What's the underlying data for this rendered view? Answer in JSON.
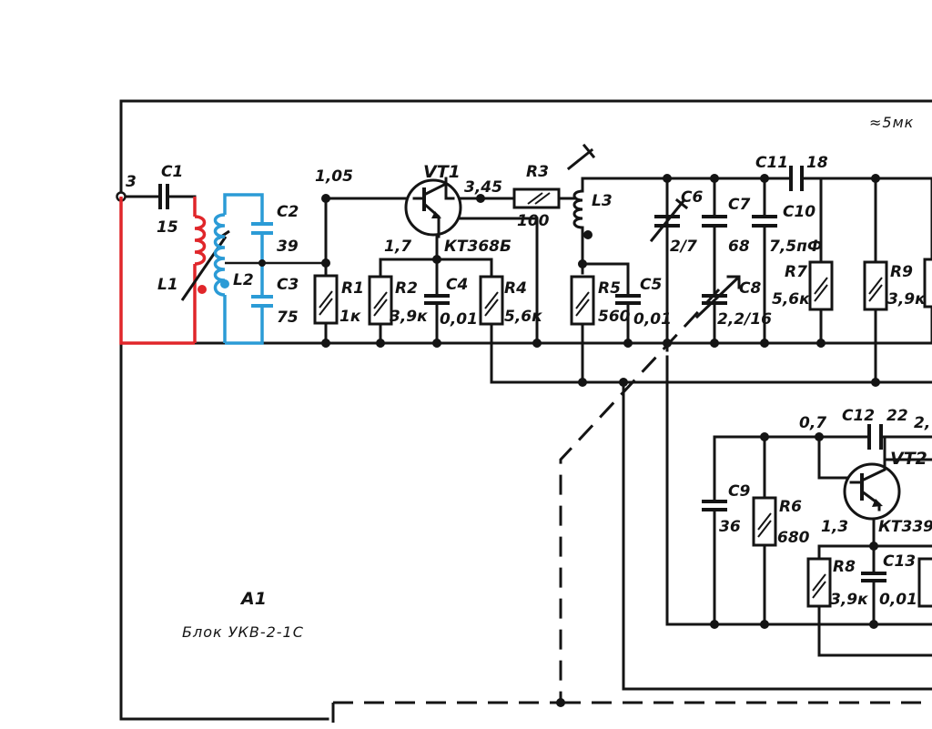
{
  "colors": {
    "wire": "#141414",
    "l1_circuit": "#e0262a",
    "l2_circuit": "#2b9bd6",
    "background": "#ffffff"
  },
  "header_note": "≈5мк",
  "terminal": "3",
  "block": {
    "id": "A1",
    "name": "Блок УКВ-2-1С"
  },
  "components": {
    "C1": {
      "ref": "C1",
      "value": "15"
    },
    "L1": {
      "ref": "L1"
    },
    "L2": {
      "ref": "L2"
    },
    "C2": {
      "ref": "C2",
      "value": "39"
    },
    "C3": {
      "ref": "C3",
      "value": "75"
    },
    "R1": {
      "ref": "R1",
      "value": "1к"
    },
    "R2": {
      "ref": "R2",
      "value": "3,9к"
    },
    "C4": {
      "ref": "C4",
      "value": "0,01"
    },
    "R4": {
      "ref": "R4",
      "value": "5,6к"
    },
    "VT1": {
      "ref": "VT1",
      "type": "КТ368Б"
    },
    "R3": {
      "ref": "R3",
      "value": "100"
    },
    "L3": {
      "ref": "L3"
    },
    "R5": {
      "ref": "R5",
      "value": "560"
    },
    "C5": {
      "ref": "C5",
      "value": "0,01"
    },
    "C6": {
      "ref": "C6",
      "value": "2/7"
    },
    "C7": {
      "ref": "C7",
      "value": "68"
    },
    "C8": {
      "ref": "C8",
      "value": "2,2/16"
    },
    "C11": {
      "ref": "C11",
      "value": "18"
    },
    "C10": {
      "ref": "C10",
      "value": "7,5пФ"
    },
    "R7": {
      "ref": "R7",
      "value": "5,6к"
    },
    "R9": {
      "ref": "R9",
      "value": "3,9к"
    },
    "C9": {
      "ref": "C9",
      "value": "36"
    },
    "R6": {
      "ref": "R6",
      "value": "680"
    },
    "C12": {
      "ref": "C12",
      "value": "22"
    },
    "VT2": {
      "ref": "VT2",
      "type": "КТ339"
    },
    "R8": {
      "ref": "R8",
      "value": "3,9к"
    },
    "C13": {
      "ref": "C13",
      "value": "0,01"
    }
  },
  "voltages": {
    "vt1_base": "1,05",
    "vt1_collector": "3,45",
    "vt1_emitter": "1,7",
    "vt2_base": "0,7",
    "vt2_emitter": "1,3",
    "vt2_collector": "2,"
  }
}
